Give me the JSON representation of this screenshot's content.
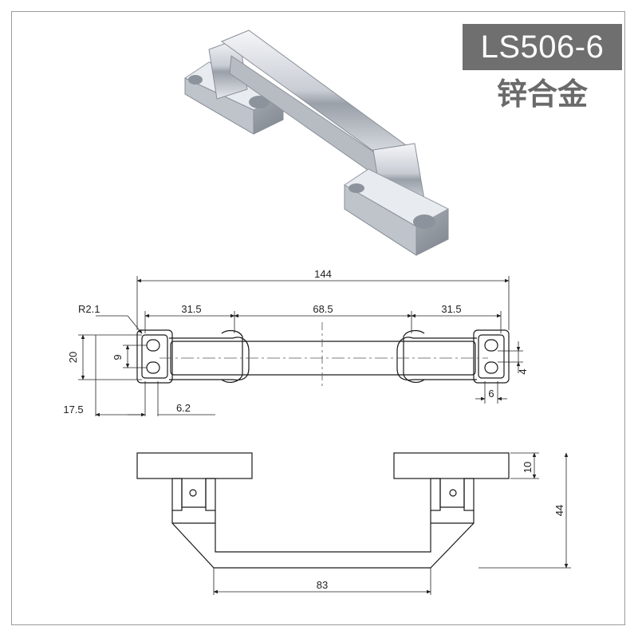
{
  "model": "LS506-6",
  "material": "锌合金",
  "dimensions": {
    "overall_length": "144",
    "left_span": "31.5",
    "center_span": "68.5",
    "right_span": "31.5",
    "corner_radius": "R2.1",
    "base_width": "20",
    "hole_spacing": "9",
    "slot_width": "4",
    "slot_length": "6",
    "hole_center_offset": "17.5",
    "hole_edge_offset": "6.2",
    "base_thickness": "10",
    "total_height": "44",
    "inner_grip_length": "83"
  },
  "colors": {
    "badge_bg": "#6f6f6f",
    "line": "#1a1a1a",
    "center_line": "#555555"
  }
}
